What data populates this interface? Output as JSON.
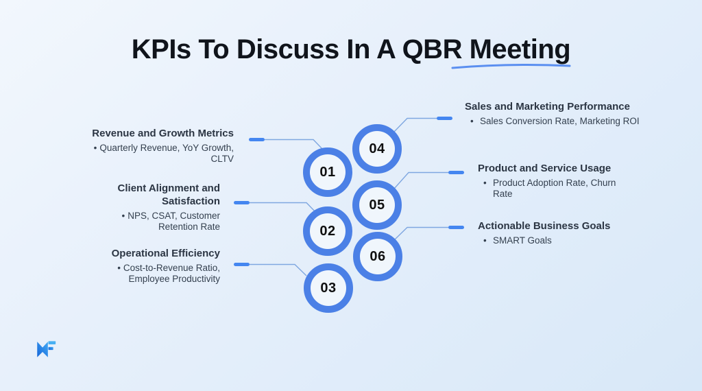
{
  "title": "KPIs To Discuss In A QBR Meeting",
  "items": [
    {
      "number": "01",
      "heading": "Revenue and Growth Metrics",
      "bullets": [
        "Quarterly Revenue, YoY Growth, CLTV"
      ]
    },
    {
      "number": "02",
      "heading": "Client Alignment and Satisfaction",
      "bullets": [
        "NPS, CSAT, Customer Retention Rate"
      ]
    },
    {
      "number": "03",
      "heading": "Operational Efficiency",
      "bullets": [
        "Cost-to-Revenue Ratio, Employee Productivity"
      ]
    },
    {
      "number": "04",
      "heading": "Sales and Marketing Performance",
      "bullets": [
        "Sales Conversion Rate, Marketing ROI"
      ]
    },
    {
      "number": "05",
      "heading": "Product and Service Usage",
      "bullets": [
        "Product Adoption Rate, Churn Rate"
      ]
    },
    {
      "number": "06",
      "heading": "Actionable Business Goals",
      "bullets": [
        "SMART Goals"
      ]
    }
  ],
  "bullet_marker": "•",
  "logo": {
    "name": "mf-logo"
  },
  "colors": {
    "ring": "#4b80e6",
    "bar": "#4486f0",
    "line": "#7fa7e0",
    "underline": "#5b8ff0",
    "title_text": "#10141b",
    "heading_text": "#2b3543",
    "body_text": "#333f4e",
    "background_start": "#f2f7fd",
    "background_end": "#d8e8f8"
  }
}
